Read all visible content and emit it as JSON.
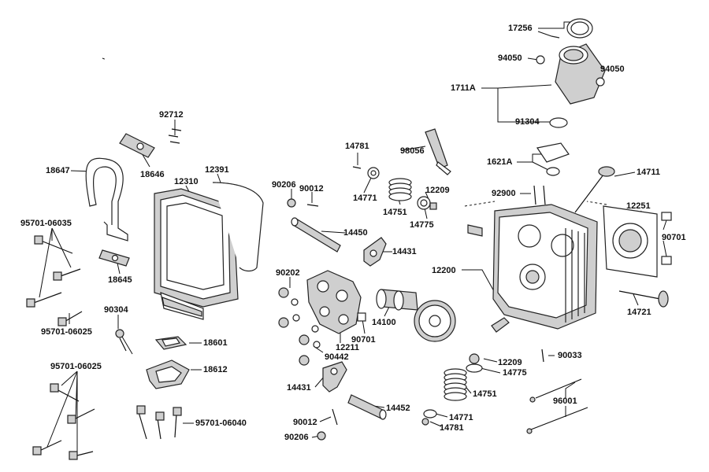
{
  "diagram": {
    "type": "exploded-parts-diagram",
    "parts": [
      {
        "id": "p17256",
        "label": "17256"
      },
      {
        "id": "p94050a",
        "label": "94050"
      },
      {
        "id": "p94050b",
        "label": "94050"
      },
      {
        "id": "p1711A",
        "label": "1711A"
      },
      {
        "id": "p91304",
        "label": "91304"
      },
      {
        "id": "p92712",
        "label": "92712"
      },
      {
        "id": "p18647",
        "label": "18647"
      },
      {
        "id": "p18646",
        "label": "18646"
      },
      {
        "id": "p12310",
        "label": "12310"
      },
      {
        "id": "p12391",
        "label": "12391"
      },
      {
        "id": "p95701_06035",
        "label": "95701-06035"
      },
      {
        "id": "p18645",
        "label": "18645"
      },
      {
        "id": "p90304",
        "label": "90304"
      },
      {
        "id": "p95701_06025a",
        "label": "95701-06025"
      },
      {
        "id": "p18601",
        "label": "18601"
      },
      {
        "id": "p18612",
        "label": "18612"
      },
      {
        "id": "p95701_06025b",
        "label": "95701-06025"
      },
      {
        "id": "p95701_06040",
        "label": "95701-06040"
      },
      {
        "id": "p14781a",
        "label": "14781"
      },
      {
        "id": "p98056",
        "label": "98056"
      },
      {
        "id": "p90206a",
        "label": "90206"
      },
      {
        "id": "p90012a",
        "label": "90012"
      },
      {
        "id": "p14771a",
        "label": "14771"
      },
      {
        "id": "p12209a",
        "label": "12209"
      },
      {
        "id": "p14751a",
        "label": "14751"
      },
      {
        "id": "p14775a",
        "label": "14775"
      },
      {
        "id": "p14450",
        "label": "14450"
      },
      {
        "id": "p14431a",
        "label": "14431"
      },
      {
        "id": "p90202",
        "label": "90202"
      },
      {
        "id": "p14100",
        "label": "14100"
      },
      {
        "id": "p90701a",
        "label": "90701"
      },
      {
        "id": "p12211",
        "label": "12211"
      },
      {
        "id": "p90442",
        "label": "90442"
      },
      {
        "id": "p14431b",
        "label": "14431"
      },
      {
        "id": "p14452",
        "label": "14452"
      },
      {
        "id": "p90012b",
        "label": "90012"
      },
      {
        "id": "p90206b",
        "label": "90206"
      },
      {
        "id": "p1621A",
        "label": "1621A"
      },
      {
        "id": "p14711",
        "label": "14711"
      },
      {
        "id": "p92900",
        "label": "92900"
      },
      {
        "id": "p12251",
        "label": "12251"
      },
      {
        "id": "p90701b",
        "label": "90701"
      },
      {
        "id": "p12200",
        "label": "12200"
      },
      {
        "id": "p14721",
        "label": "14721"
      },
      {
        "id": "p12209b",
        "label": "12209"
      },
      {
        "id": "p14775b",
        "label": "14775"
      },
      {
        "id": "p90033",
        "label": "90033"
      },
      {
        "id": "p14751b",
        "label": "14751"
      },
      {
        "id": "p96001",
        "label": "96001"
      },
      {
        "id": "p14771b",
        "label": "14771"
      },
      {
        "id": "p14781b",
        "label": "14781"
      }
    ]
  }
}
